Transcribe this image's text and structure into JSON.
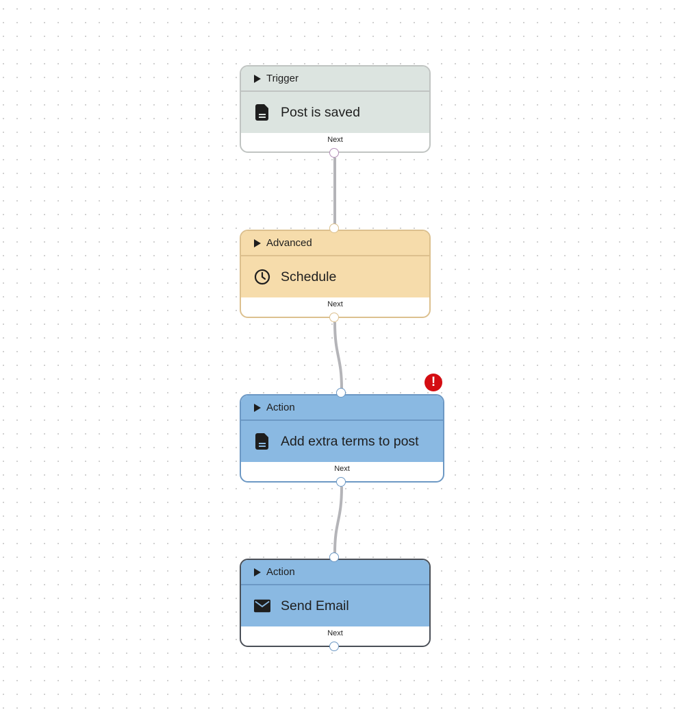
{
  "nodes": [
    {
      "type": "Trigger",
      "title": "Post is saved",
      "icon": "document-icon",
      "footer": "Next",
      "bg": "#dce4e0",
      "border": "#c0c4c2"
    },
    {
      "type": "Advanced",
      "title": "Schedule",
      "icon": "clock-icon",
      "footer": "Next",
      "bg": "#f6dcab",
      "border": "#dcc08e"
    },
    {
      "type": "Action",
      "title": "Add extra terms to post",
      "icon": "document-icon",
      "footer": "Next",
      "bg": "#8ab9e2",
      "border": "#6c98c4",
      "error": true
    },
    {
      "type": "Action",
      "title": "Send Email",
      "icon": "envelope-icon",
      "footer": "Next",
      "bg": "#8ab9e2",
      "border": "#4a4f57",
      "selected": true
    }
  ],
  "colors": {
    "edge": "#b4b4b8",
    "error": "#d40d12"
  }
}
